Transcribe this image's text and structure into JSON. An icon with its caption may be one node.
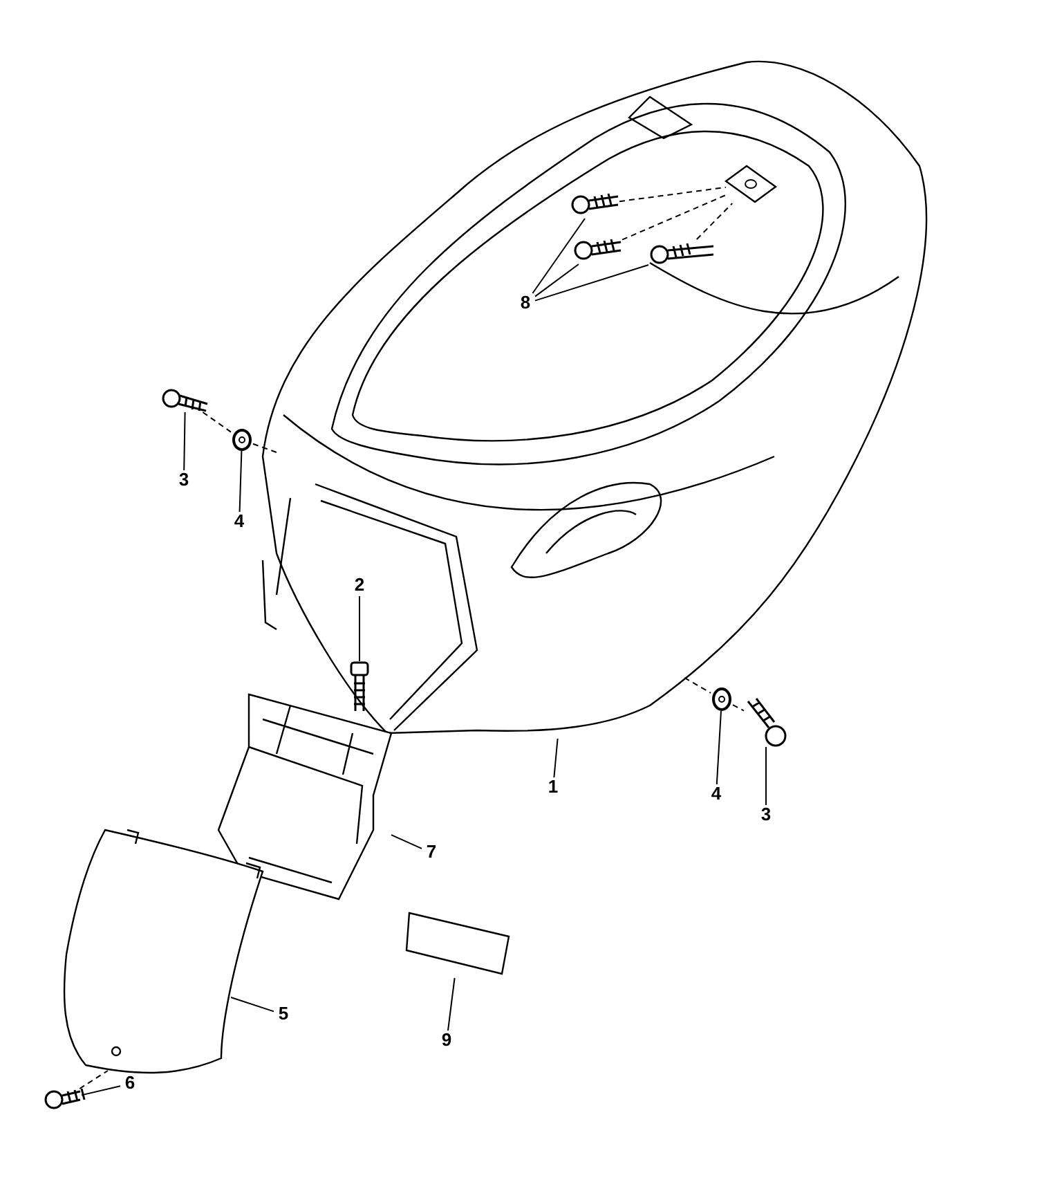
{
  "diagram": {
    "nodes": [
      {
        "text": [
          "8"
        ],
        "in": 11
      },
      {
        "text": [],
        "shape": "picture",
        "in": 11
      },
      {
        "text": [],
        "shape": "picture",
        "in": 11
      },
      {
        "text": [],
        "shape": "picture",
        "in": 11
      },
      {
        "text": [
          "3"
        ]
      },
      {
        "text": [],
        "shape": "picture"
      },
      {
        "text": [
          "4"
        ]
      },
      {
        "text": [],
        "shape": "picture"
      },
      {
        "text": [
          "2"
        ],
        "in": 11
      },
      {
        "text": [],
        "shape": "picture",
        "in": 11
      },
      {
        "text": [
          "1"
        ]
      },
      {
        "text": [],
        "shape": "picture"
      },
      {
        "text": [
          "4"
        ]
      },
      {
        "text": [],
        "shape": "picture"
      },
      {
        "text": [
          "3"
        ]
      },
      {
        "text": [],
        "shape": "picture"
      },
      {
        "text": [
          "7"
        ]
      },
      {
        "text": [],
        "shape": "picture"
      },
      {
        "text": [
          "9"
        ]
      },
      {
        "text": [],
        "shape": "box"
      },
      {
        "text": [
          "5"
        ]
      },
      {
        "text": [],
        "shape": "picture"
      },
      {
        "text": [
          "6"
        ]
      },
      {
        "text": [],
        "shape": "picture"
      },
      {
        "text": [],
        "shape": "picture",
        "in": 11
      }
    ],
    "edges": [
      {
        "from": 0,
        "to": 1,
        "arrow": "none"
      },
      {
        "from": 0,
        "to": 2,
        "arrow": "none"
      },
      {
        "from": 0,
        "to": 3,
        "arrow": "none"
      },
      {
        "from": 4,
        "to": 5,
        "arrow": "none"
      },
      {
        "from": 6,
        "to": 7,
        "arrow": "none"
      },
      {
        "from": 8,
        "to": 9,
        "arrow": "none"
      },
      {
        "from": 10,
        "to": 11,
        "arrow": "none"
      },
      {
        "from": 12,
        "to": 13,
        "arrow": "none"
      },
      {
        "from": 14,
        "to": 15,
        "arrow": "none"
      },
      {
        "from": 16,
        "to": 17,
        "arrow": "none"
      },
      {
        "from": 18,
        "to": 19,
        "arrow": "none"
      },
      {
        "from": 20,
        "to": 21,
        "arrow": "none"
      },
      {
        "from": 22,
        "to": 23,
        "arrow": "none"
      },
      {
        "from": 5,
        "to": 7,
        "arrow": "none",
        "style": "dashed"
      },
      {
        "from": 7,
        "to": 11,
        "arrow": "none",
        "style": "dashed"
      },
      {
        "from": 1,
        "to": 24,
        "arrow": "none",
        "style": "dashed"
      },
      {
        "from": 2,
        "to": 24,
        "arrow": "none",
        "style": "dashed"
      },
      {
        "from": 3,
        "to": 24,
        "arrow": "none",
        "style": "dashed"
      },
      {
        "from": 11,
        "to": 13,
        "arrow": "none",
        "style": "dashed"
      },
      {
        "from": 13,
        "to": 15,
        "arrow": "none",
        "style": "dashed"
      },
      {
        "from": 23,
        "to": 21,
        "arrow": "none",
        "style": "dashed"
      }
    ]
  }
}
